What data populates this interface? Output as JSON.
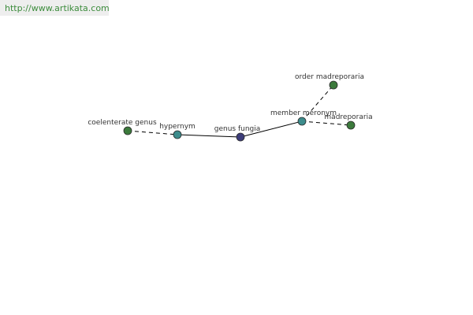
{
  "header": {
    "url": "http://www.artikata.com"
  },
  "graph": {
    "colors": {
      "center": "#3d3d7a",
      "relation": "#3d8c8c",
      "term": "#3c7a3c",
      "edge": "#000000",
      "label": "#333333"
    },
    "nodes": {
      "coelenterate_genus": {
        "label": "coelenterate genus",
        "kind": "term"
      },
      "hypernym": {
        "label": "hypernym",
        "kind": "relation"
      },
      "genus_fungia": {
        "label": "genus fungia",
        "kind": "center"
      },
      "member_meronym": {
        "label": "member meronym",
        "kind": "relation"
      },
      "order_madreporaria": {
        "label": "order madreporaria",
        "kind": "term"
      },
      "madreporaria": {
        "label": "madreporaria",
        "kind": "term"
      }
    },
    "edges": [
      {
        "from": "coelenterate_genus",
        "to": "hypernym",
        "style": "dashed"
      },
      {
        "from": "hypernym",
        "to": "genus_fungia",
        "style": "solid"
      },
      {
        "from": "genus_fungia",
        "to": "member_meronym",
        "style": "solid"
      },
      {
        "from": "member_meronym",
        "to": "order_madreporaria",
        "style": "dashed"
      },
      {
        "from": "member_meronym",
        "to": "madreporaria",
        "style": "dashed"
      }
    ]
  }
}
